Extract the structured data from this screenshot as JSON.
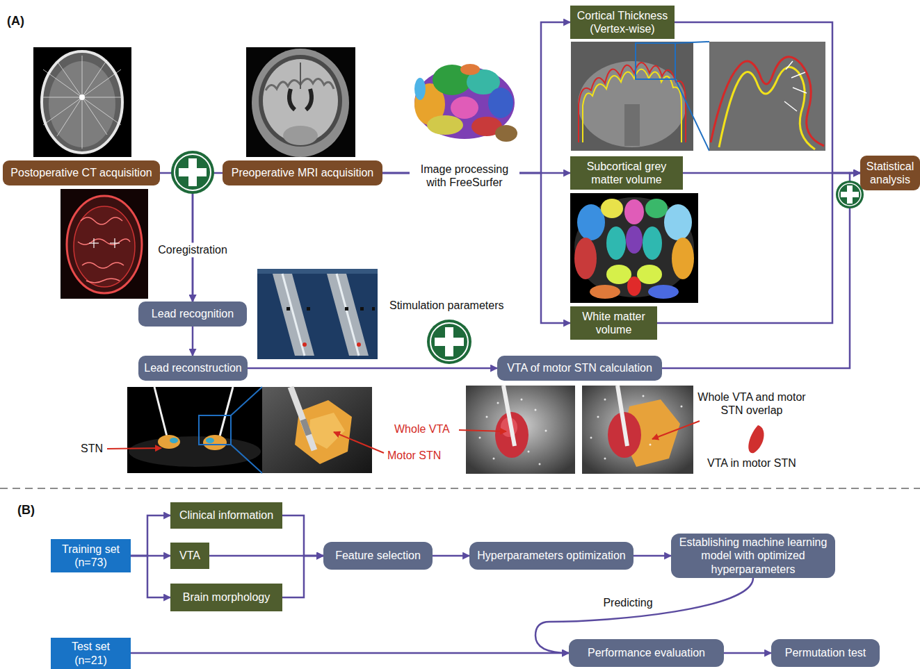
{
  "diagram": {
    "nodes": [
      {
        "text": [
          "Postoperative CT acquisition"
        ]
      },
      {
        "text": [
          "Preoperative MRI acquisition"
        ]
      },
      {
        "text": [
          "Cortical Thickness (Vertex-wise)"
        ]
      },
      {
        "text": [
          "Subcortical grey matter volume"
        ]
      },
      {
        "text": [
          "Statistical analysis"
        ]
      },
      {
        "text": [
          "White matter volume"
        ]
      },
      {
        "text": [
          "Lead recognition"
        ]
      },
      {
        "text": [
          "Lead reconstruction"
        ]
      },
      {
        "text": [
          "VTA of motor STN calculation"
        ]
      },
      {
        "text": [
          "Training set (n=73)"
        ]
      },
      {
        "text": [
          "Clinical information"
        ]
      },
      {
        "text": [
          "VTA"
        ]
      },
      {
        "text": [
          "Brain morphology"
        ]
      },
      {
        "text": [
          "Feature selection"
        ]
      },
      {
        "text": [
          "Hyperparameters optimization"
        ]
      },
      {
        "text": [
          "Establishing machine learning model with optimized hyperparameters"
        ]
      },
      {
        "text": [
          "Test set (n=21)"
        ]
      },
      {
        "text": [
          "Performance evaluation"
        ]
      },
      {
        "text": [
          "Permutation test"
        ]
      }
    ],
    "edges": [
      {
        "from": 0,
        "to": 6,
        "arrow": "to",
        "label": "Coregistration"
      },
      {
        "from": 1,
        "to": 6,
        "arrow": "to"
      },
      {
        "from": 1,
        "to": 2,
        "arrow": "to"
      },
      {
        "from": 1,
        "to": 3,
        "arrow": "to",
        "label": "Image processing with FreeSurfer"
      },
      {
        "from": 1,
        "to": 5,
        "arrow": "to"
      },
      {
        "from": 6,
        "to": 7,
        "arrow": "to"
      },
      {
        "from": 7,
        "to": 8,
        "arrow": "to"
      },
      {
        "from": 2,
        "to": 4,
        "arrow": "to"
      },
      {
        "from": 3,
        "to": 4,
        "arrow": "to"
      },
      {
        "from": 5,
        "to": 4,
        "arrow": "to"
      },
      {
        "from": 8,
        "to": 4,
        "arrow": "to"
      },
      {
        "from": 9,
        "to": 10,
        "arrow": "to"
      },
      {
        "from": 9,
        "to": 11,
        "arrow": "to"
      },
      {
        "from": 9,
        "to": 12,
        "arrow": "to"
      },
      {
        "from": 10,
        "to": 13,
        "arrow": "to"
      },
      {
        "from": 11,
        "to": 13,
        "arrow": "to"
      },
      {
        "from": 12,
        "to": 13,
        "arrow": "to"
      },
      {
        "from": 13,
        "to": 14,
        "arrow": "to"
      },
      {
        "from": 14,
        "to": 15,
        "arrow": "to"
      },
      {
        "from": 15,
        "to": 17,
        "arrow": "to",
        "label": "Predicting"
      },
      {
        "from": 16,
        "to": 17,
        "arrow": "to"
      },
      {
        "from": 17,
        "to": 18,
        "arrow": "to"
      }
    ],
    "labels": [
      "(A)",
      "Stimulation parameters",
      "STN",
      "Motor STN",
      "Whole VTA",
      "Whole VTA and motor STN overlap",
      "VTA in motor STN",
      "(B)"
    ]
  }
}
